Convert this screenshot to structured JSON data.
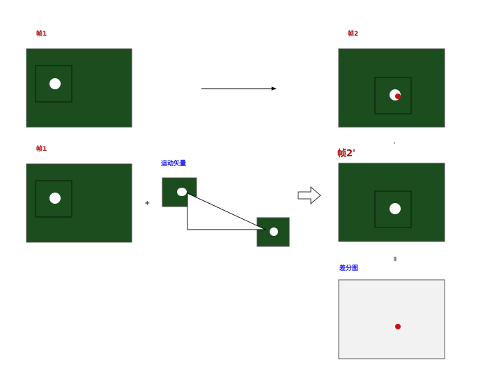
{
  "labels": {
    "frame1_top": "帧1",
    "frame2": "帧2",
    "frame1_bottom": "帧1",
    "frame2_prime": "帧2'",
    "motion_vector": "运动矢量",
    "difference_map": "差分图"
  },
  "operators": {
    "plus": "+",
    "minus": "-",
    "equals": "="
  },
  "colors": {
    "frame_green": "#1b4d1e",
    "frame_border": "#4a4a4a",
    "ball": "#ffffff",
    "ball_highlight": "#cc1111",
    "frame_label": "#aa1111",
    "blue_label": "#1a1aee",
    "diff_background": "#f2f2f2"
  }
}
